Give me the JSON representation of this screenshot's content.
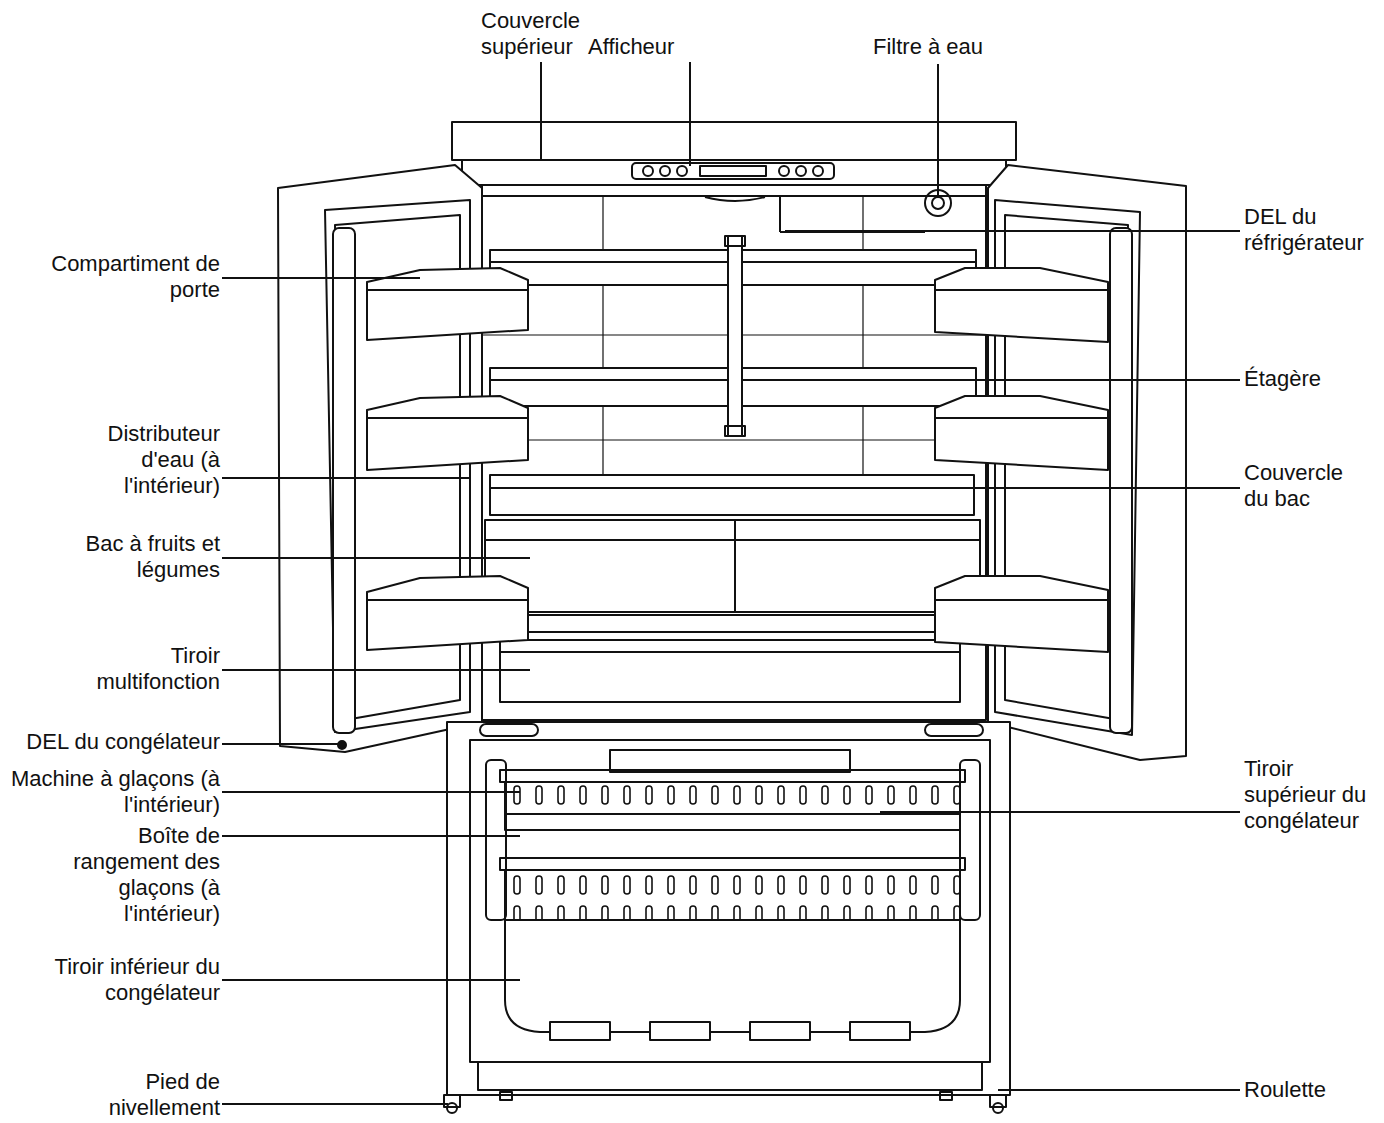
{
  "diagram": {
    "labels": [
      "Couvercle supérieur",
      "Afficheur",
      "Filtre à eau",
      "DEL du réfrigérateur",
      "Compartiment de porte",
      "Étagère",
      "Distributeur d'eau (à l'intérieur)",
      "Couvercle du bac",
      "Bac à fruits et légumes",
      "Tiroir multifonction",
      "DEL du congélateur",
      "Machine à glaçons (à l'intérieur)",
      "Tiroir supérieur du congélateur",
      "Boîte de rangement des glaçons (à l'intérieur)",
      "Tiroir inférieur du congélateur",
      "Pied de nivellement",
      "Roulette"
    ]
  }
}
